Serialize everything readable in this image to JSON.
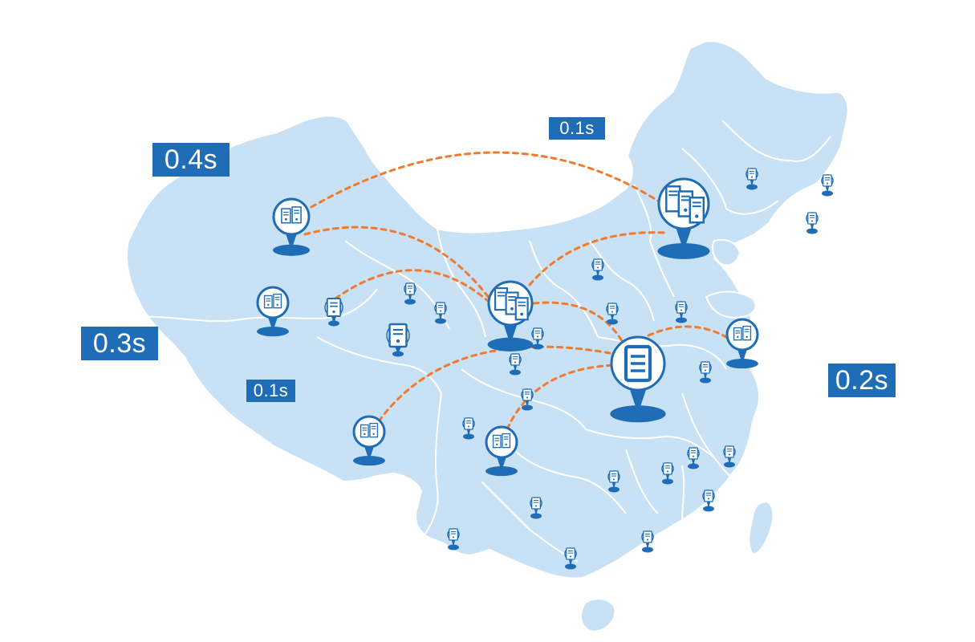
{
  "map": {
    "land_color": "#c9e1f4",
    "border_color": "#ffffff",
    "pin_color": "#1e6db6",
    "route_color": "#f07a30"
  },
  "latency_labels": [
    {
      "id": "lat-1",
      "text": "0.4s",
      "size": "big"
    },
    {
      "id": "lat-2",
      "text": "0.1s",
      "size": "small"
    },
    {
      "id": "lat-3",
      "text": "0.3s",
      "size": "big"
    },
    {
      "id": "lat-4",
      "text": "0.1s",
      "size": "small"
    },
    {
      "id": "lat-5",
      "text": "0.2s",
      "size": "big"
    }
  ],
  "icons": {
    "server_cluster": "server-cluster-icon",
    "server_rack": "server-rack-icon",
    "small_server": "small-server-icon"
  }
}
